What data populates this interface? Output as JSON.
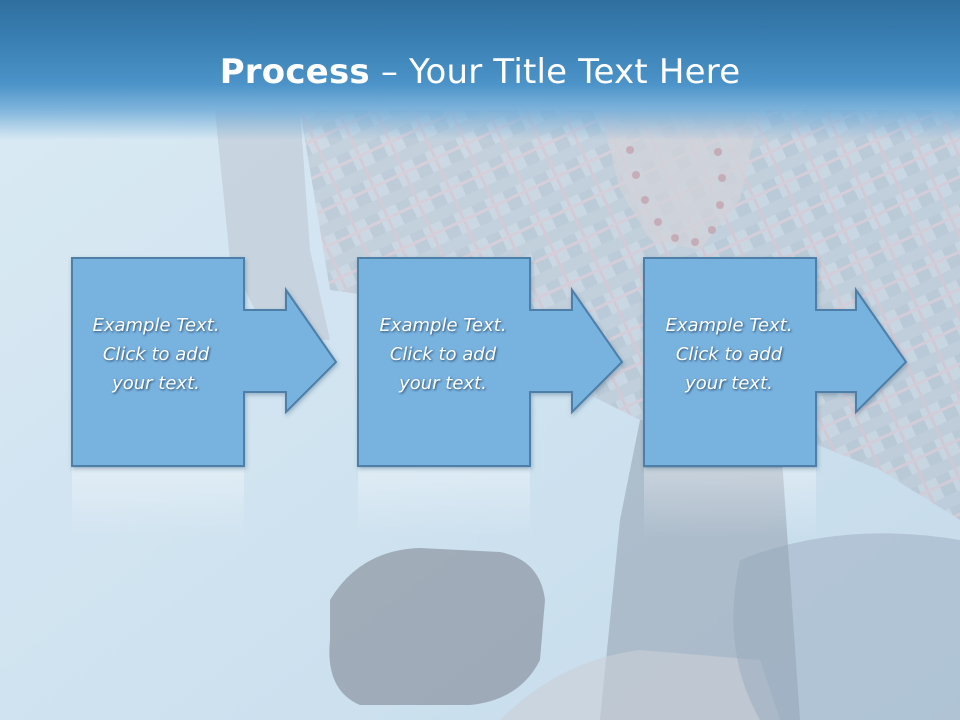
{
  "slide": {
    "title_bold": "Process",
    "title_rest": " – Your Title Text Here"
  },
  "steps": [
    {
      "line1": "Example Text.",
      "line2": "Click  to add",
      "line3": "your text."
    },
    {
      "line1": "Example Text.",
      "line2": "Click  to add",
      "line3": "your text."
    },
    {
      "line1": "Example Text.",
      "line2": "Click  to add",
      "line3": "your text."
    }
  ],
  "colors": {
    "title_band": "#3a80b4",
    "shape_fill": "#78b2df",
    "shape_border": "#4d7fa8",
    "text": "#ffffff"
  }
}
